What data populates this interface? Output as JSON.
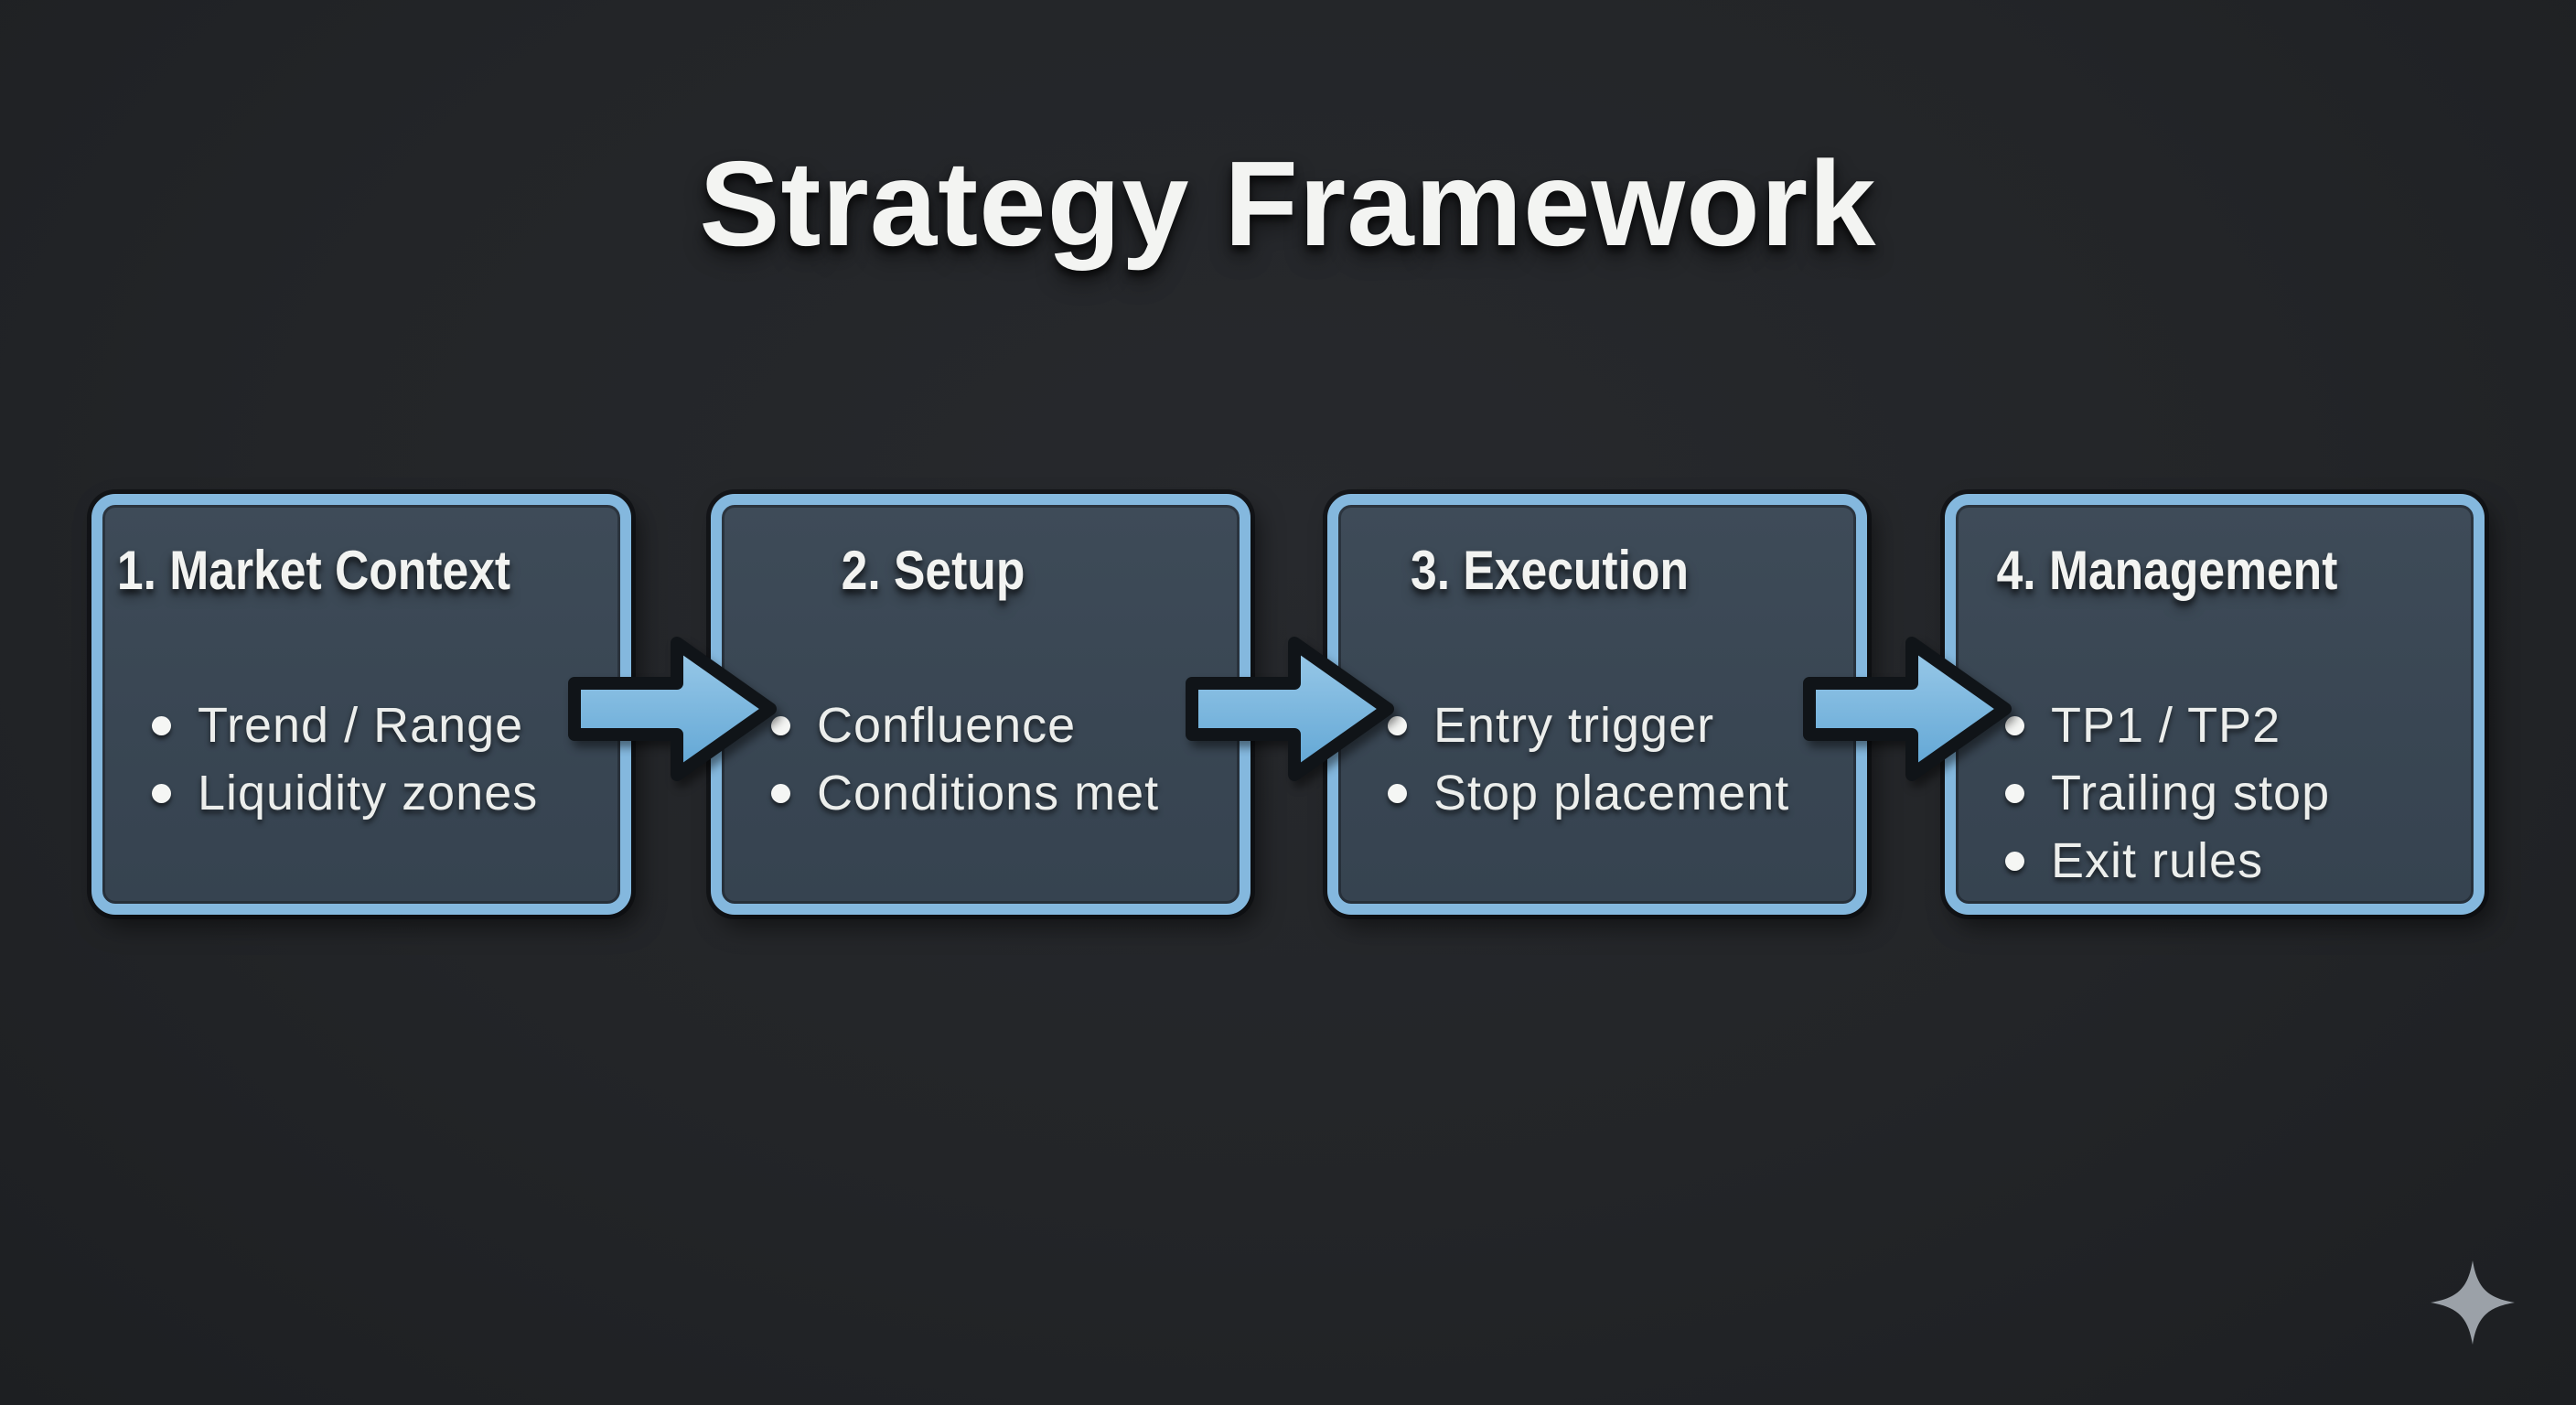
{
  "page": {
    "title": "Strategy Framework"
  },
  "steps": [
    {
      "title": "1. Market Context",
      "bullets": [
        "Trend / Range",
        "Liquidity zones"
      ]
    },
    {
      "title": "2. Setup",
      "bullets": [
        "Confluence",
        "Conditions met"
      ]
    },
    {
      "title": "3. Execution",
      "bullets": [
        "Entry trigger",
        "Stop placement"
      ]
    },
    {
      "title": "4. Management",
      "bullets": [
        "TP1 / TP2",
        "Trailing stop",
        "Exit rules"
      ]
    }
  ],
  "icons": {
    "connector": "arrow-right-icon",
    "bullet": "bullet-dot-icon",
    "watermark": "sparkle-icon"
  },
  "colors": {
    "background": "#232528",
    "box_fill": "#3a4653",
    "box_border": "#84b8de",
    "arrow_fill_top": "#9bcae9",
    "arrow_fill_bottom": "#5fa5d4",
    "arrow_outline": "#101418",
    "text_primary": "#f3f4f2",
    "watermark_gray": "#9ba1a8"
  }
}
